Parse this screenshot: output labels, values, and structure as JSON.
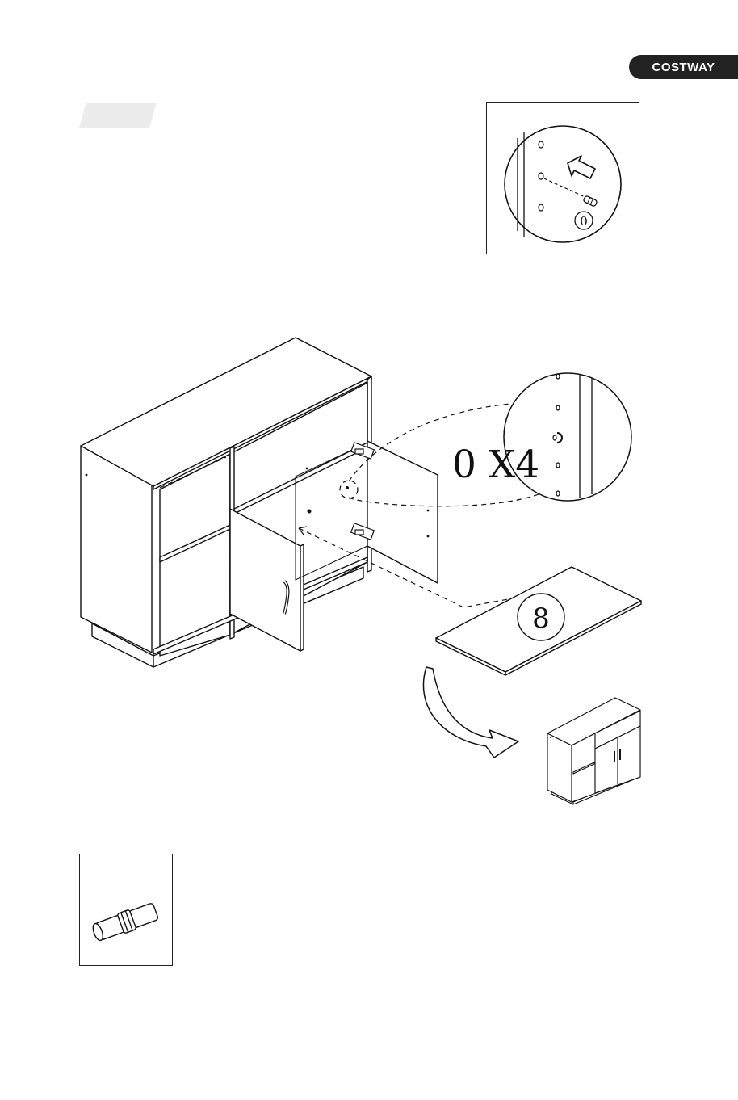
{
  "header": {
    "brand_logo": "COSTWAY"
  },
  "detail_callout": {
    "part_label": "0"
  },
  "main_diagram": {
    "quantity_label": "0 X4",
    "panel_label": "8"
  },
  "colors": {
    "ink": "#111111",
    "brand_tab": "#222222",
    "step_tab": "#ececec"
  },
  "icons": [
    "arrow-icon",
    "dowel-icon",
    "hinge-icon",
    "handle-icon",
    "curved-arrow-icon"
  ]
}
